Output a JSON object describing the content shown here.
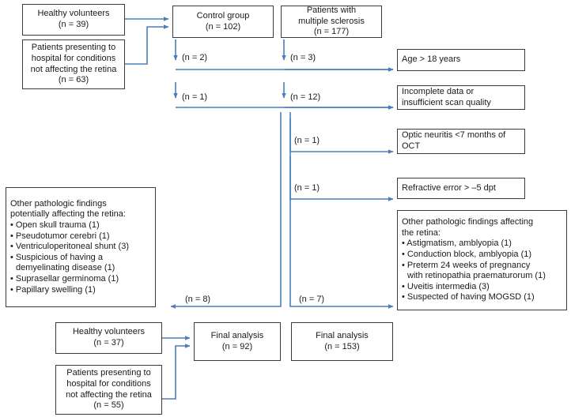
{
  "diagram": {
    "title": "Participant flow diagram",
    "line_color": "#4a7ebb",
    "box_border_color": "#3b3b3b",
    "text_color": "#1a1a1a"
  },
  "boxes": {
    "healthy_top": {
      "l1": "Healthy volunteers",
      "l2": "(n = 39)"
    },
    "patients_top": {
      "l1": "Patients presenting to",
      "l2": "hospital for conditions",
      "l3": "not affecting the retina",
      "l4": "(n = 63)"
    },
    "control_group": {
      "l1": "Control group",
      "l2": "(n = 102)"
    },
    "ms_patients": {
      "l1": "Patients with",
      "l2": "multiple sclerosis",
      "l3": "(n = 177)"
    },
    "excl_age": {
      "l1": "Age > 18 years"
    },
    "excl_incomplete": {
      "l1": "Incomplete data or",
      "l2": "insufficient scan quality"
    },
    "excl_optic": {
      "l1": "Optic neuritis <7 months of",
      "l2": "OCT"
    },
    "excl_refractive": {
      "l1": "Refractive error > –5 dpt"
    },
    "other_left": {
      "l1": "Other pathologic findings",
      "l2": "potentially affecting the retina:",
      "b1": "• Open skull trauma (1)",
      "b2": "• Pseudotumor cerebri (1)",
      "b3": "• Ventriculoperitoneal shunt (3)",
      "b4": "• Suspicious of having a",
      "b4b": "demyelinating disease (1)",
      "b5": "• Suprasellar germinoma (1)",
      "b6": "• Papillary swelling (1)"
    },
    "other_right": {
      "l1": "Other pathologic findings affecting",
      "l2": "the retina:",
      "b1": "• Astigmatism, amblyopia (1)",
      "b2": "• Conduction block, amblyopia (1)",
      "b3": "• Preterm 24 weeks of pregnancy",
      "b3b": "with retinopathia praematurorum (1)",
      "b4": "• Uveitis intermedia (3)",
      "b5": "• Suspected of having MOGSD (1)"
    },
    "healthy_bottom": {
      "l1": "Healthy volunteers",
      "l2": "(n = 37)"
    },
    "patients_bottom": {
      "l1": "Patients presenting to",
      "l2": "hospital for conditions",
      "l3": "not affecting the retina",
      "l4": "(n = 55)"
    },
    "final_control": {
      "l1": "Final analysis",
      "l2": "(n = 92)"
    },
    "final_ms": {
      "l1": "Final analysis",
      "l2": "(n = 153)"
    }
  },
  "edge_labels": {
    "control_age": "(n = 2)",
    "ms_age": "(n = 3)",
    "control_incomplete": "(n = 1)",
    "ms_incomplete": "(n = 12)",
    "ms_optic": "(n = 1)",
    "ms_refractive": "(n = 1)",
    "control_other": "(n = 8)",
    "ms_other": "(n = 7)"
  }
}
